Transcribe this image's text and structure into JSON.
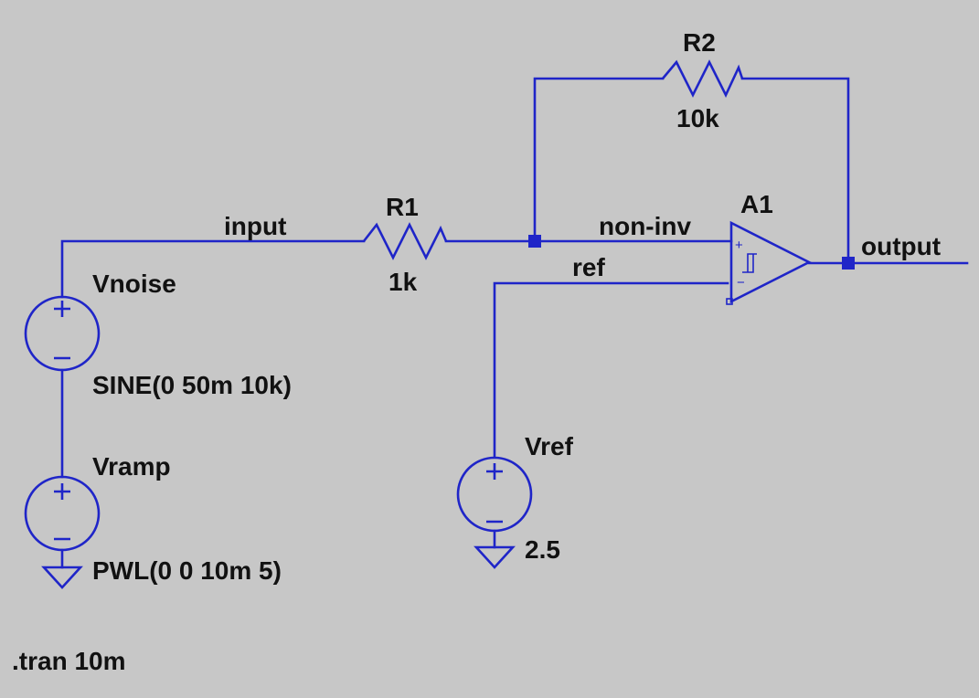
{
  "colors": {
    "background": "#c7c7c7",
    "wire": "#1f25c8",
    "text": "#111111"
  },
  "nets": {
    "input": "input",
    "non_inv": "non-inv",
    "ref": "ref",
    "output": "output"
  },
  "components": {
    "R1": {
      "name": "R1",
      "value": "1k"
    },
    "R2": {
      "name": "R2",
      "value": "10k"
    },
    "A1": {
      "name": "A1",
      "symbol": "schmitt-trigger-comparator"
    },
    "Vnoise": {
      "name": "Vnoise",
      "value": "SINE(0 50m 10k)"
    },
    "Vramp": {
      "name": "Vramp",
      "value": "PWL(0 0 10m 5)"
    },
    "Vref": {
      "name": "Vref",
      "value": "2.5"
    }
  },
  "directive": ".tran 10m"
}
